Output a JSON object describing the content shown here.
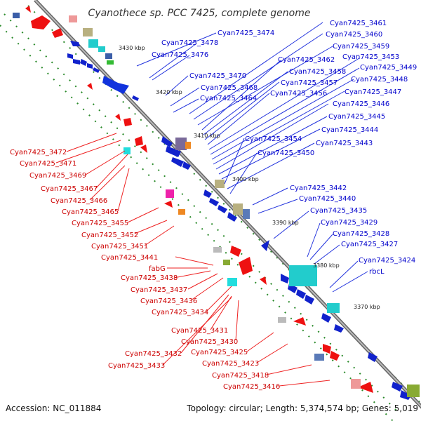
{
  "title": "Cyanothece sp. PCC 7425, complete genome",
  "footer": {
    "accession": "Accession: NC_011884",
    "topology": "Topology: circular; Length: 5,374,574 bp; Genes: 5,019"
  },
  "colors": {
    "forward": "#0000ee",
    "reverse": "#ee0000",
    "backbone": "#888888",
    "forward_label": "#0000cc",
    "reverse_label": "#cc0000",
    "tick_dots": "#228822"
  },
  "ticks": [
    "3430 kbp",
    "3420 kbp",
    "3410 kbp",
    "3400 kbp",
    "3390 kbp",
    "3380 kbp",
    "3370 kbp"
  ],
  "forward_labels": [
    "Cyan7425_3474",
    "Cyan7425_3478",
    "Cyan7425_3476",
    "Cyan7425_3470",
    "Cyan7425_3468",
    "Cyan7425_3464",
    "Cyan7425_3461",
    "Cyan7425_3460",
    "Cyan7425_3459",
    "Cyan7425_3462",
    "Cyan7425_3458",
    "Cyan7425_3457",
    "Cyan7425_3456",
    "Cyan7425_3453",
    "Cyan7425_3449",
    "Cyan7425_3448",
    "Cyan7425_3447",
    "Cyan7425_3446",
    "Cyan7425_3445",
    "Cyan7425_3444",
    "Cyan7425_3454",
    "Cyan7425_3443",
    "Cyan7425_3450",
    "Cyan7425_3442",
    "Cyan7425_3440",
    "Cyan7425_3435",
    "Cyan7425_3429",
    "Cyan7425_3428",
    "Cyan7425_3427",
    "Cyan7425_3424",
    "rbcL"
  ],
  "reverse_labels": [
    "Cyan7425_3472",
    "Cyan7425_3471",
    "Cyan7425_3469",
    "Cyan7425_3467",
    "Cyan7425_3466",
    "Cyan7425_3465",
    "Cyan7425_3455",
    "Cyan7425_3452",
    "Cyan7425_3451",
    "Cyan7425_3441",
    "fabG",
    "Cyan7425_3438",
    "Cyan7425_3437",
    "Cyan7425_3436",
    "Cyan7425_3434",
    "Cyan7425_3431",
    "Cyan7425_3430",
    "Cyan7425_3432",
    "Cyan7425_3425",
    "Cyan7425_3433",
    "Cyan7425_3423",
    "Cyan7425_3418",
    "Cyan7425_3416"
  ]
}
